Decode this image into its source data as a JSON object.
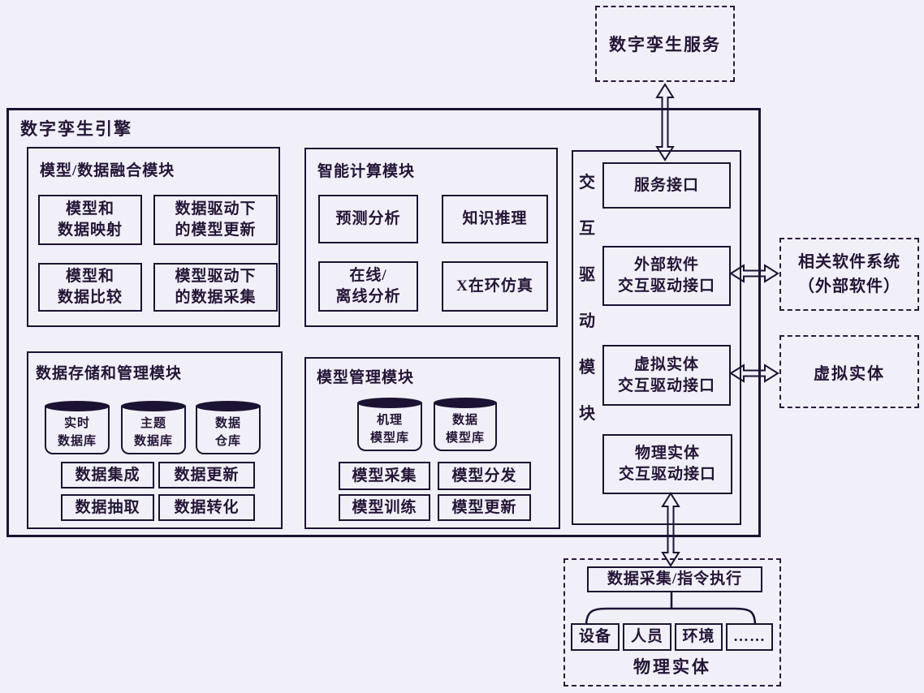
{
  "diagram": {
    "colors": {
      "background": "#f1f0f8",
      "line": "#1c1233",
      "text": "#241536"
    },
    "service_box": {
      "label": "数字孪生服务"
    },
    "engine": {
      "title": "数字孪生引擎",
      "fusion": {
        "title": "模型/数据融合模块",
        "items": [
          "模型和\n数据映射",
          "数据驱动下\n的模型更新",
          "模型和\n数据比较",
          "模型驱动下\n的数据采集"
        ]
      },
      "compute": {
        "title": "智能计算模块",
        "items": [
          "预测分析",
          "知识推理",
          "在线/\n离线分析",
          "X在环仿真"
        ]
      },
      "interaction": {
        "title": "交互驱动模块",
        "interfaces": [
          "服务接口",
          "外部软件\n交互驱动接口",
          "虚拟实体\n交互驱动接口",
          "物理实体\n交互驱动接口"
        ]
      },
      "storage": {
        "title": "数据存储和管理模块",
        "databases": [
          "实时\n数据库",
          "主题\n数据库",
          "数据\n仓库"
        ],
        "operations": [
          "数据集成",
          "数据更新",
          "数据抽取",
          "数据转化"
        ]
      },
      "model_mgmt": {
        "title": "模型管理模块",
        "databases": [
          "机理\n模型库",
          "数据\n模型库"
        ],
        "operations": [
          "模型采集",
          "模型分发",
          "模型训练",
          "模型更新"
        ]
      }
    },
    "external_software_box": {
      "label": "相关软件系统\n（外部软件）"
    },
    "virtual_entity_box": {
      "label": "虚拟实体"
    },
    "physical_entity": {
      "title": "物理实体",
      "interface_box": "数据采集/指令执行",
      "entities": [
        "设备",
        "人员",
        "环境",
        "……"
      ]
    }
  }
}
